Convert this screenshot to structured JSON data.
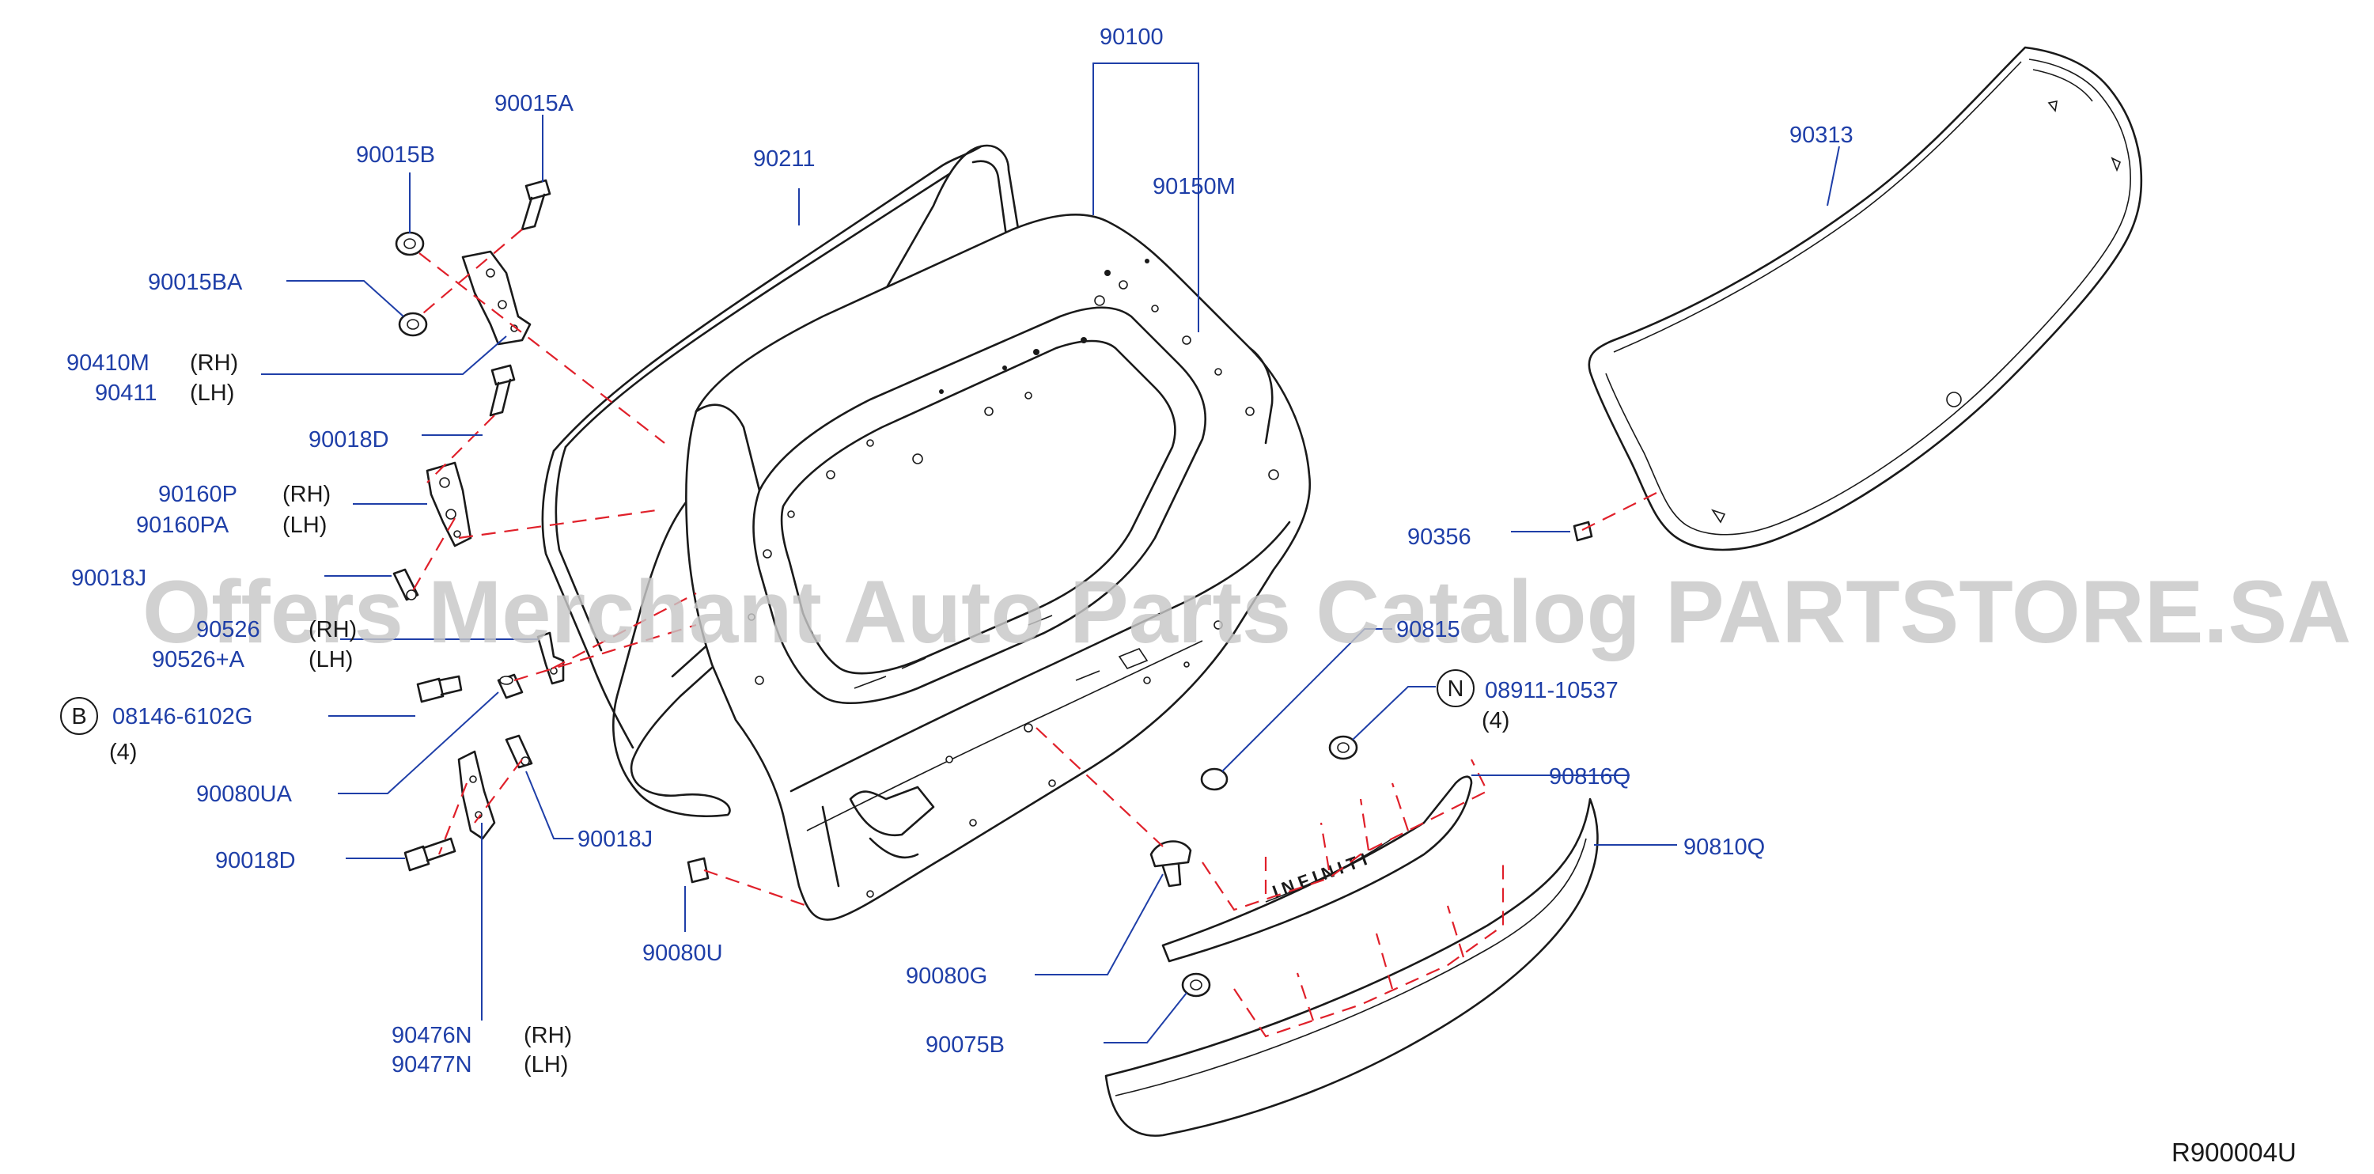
{
  "diagram": {
    "reference_code": "R900004U",
    "watermark": "Offers Merchant Auto Parts Catalog PARTSTORE.SA",
    "colors": {
      "callout_text": "#1f3fa8",
      "leader_line": "#1f3fa8",
      "dashed_guide": "#e0202a",
      "line_art": "#1a1a1a"
    },
    "callouts": [
      {
        "id": "90100",
        "label": "90100"
      },
      {
        "id": "90015A",
        "label": "90015A"
      },
      {
        "id": "90015B",
        "label": "90015B"
      },
      {
        "id": "90211",
        "label": "90211"
      },
      {
        "id": "90150M",
        "label": "90150M"
      },
      {
        "id": "90313",
        "label": "90313"
      },
      {
        "id": "90015BA",
        "label": "90015BA"
      },
      {
        "id": "90410M",
        "label": "90410M",
        "side": "(RH)"
      },
      {
        "id": "90411",
        "label": "90411",
        "side": "(LH)"
      },
      {
        "id": "90018D-top",
        "label": "90018D"
      },
      {
        "id": "90160P",
        "label": "90160P",
        "side": "(RH)"
      },
      {
        "id": "90160PA",
        "label": "90160PA",
        "side": "(LH)"
      },
      {
        "id": "90356",
        "label": "90356"
      },
      {
        "id": "90018J-left",
        "label": "90018J"
      },
      {
        "id": "90526",
        "label": "90526",
        "side": "(RH)"
      },
      {
        "id": "90526A",
        "label": "90526+A",
        "side": "(LH)"
      },
      {
        "id": "90815",
        "label": "90815"
      },
      {
        "id": "08146-6102G",
        "label": "08146-6102G",
        "badge": "B",
        "qty": "(4)"
      },
      {
        "id": "08911-10537",
        "label": "08911-10537",
        "badge": "N",
        "qty": "(4)"
      },
      {
        "id": "90080UA",
        "label": "90080UA"
      },
      {
        "id": "90816Q",
        "label": "90816Q"
      },
      {
        "id": "90018J-bottom",
        "label": "90018J"
      },
      {
        "id": "90810Q",
        "label": "90810Q"
      },
      {
        "id": "90018D-bottom",
        "label": "90018D"
      },
      {
        "id": "90080U",
        "label": "90080U"
      },
      {
        "id": "90080G",
        "label": "90080G"
      },
      {
        "id": "90476N",
        "label": "90476N",
        "side": "(RH)"
      },
      {
        "id": "90477N",
        "label": "90477N",
        "side": "(LH)"
      },
      {
        "id": "90075B",
        "label": "90075B"
      }
    ],
    "emblem_text": "INFINITI"
  }
}
